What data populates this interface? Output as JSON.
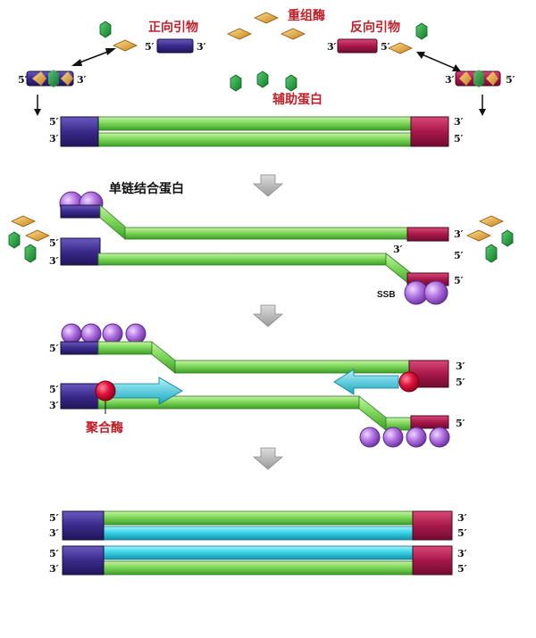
{
  "labels": {
    "forward_primer": "正向引物",
    "recombinase": "重组酶",
    "reverse_primer": "反向引物",
    "accessory_protein": "辅助蛋白",
    "ssb_protein": "单链结合蛋白",
    "ssb_abbr": "SSB",
    "polymerase": "聚合酶"
  },
  "strand_ends": {
    "five": "5′",
    "three": "3′"
  },
  "colors": {
    "template_strand": "#7fd85a",
    "new_strand": "#38d4e6",
    "forward_primer": "#3a2a8a",
    "reverse_primer": "#a8184a",
    "recombinase": "#e0a030",
    "accessory_protein": "#1f9e3a",
    "ssb": "#9a5ad0",
    "polymerase": "#e0103a",
    "arrow": "#b8b8b8",
    "label_red": "#c0202a"
  },
  "icons": {
    "recombinase": "diamond-icon",
    "accessory_protein": "hexagon-icon",
    "ssb": "circle-icon",
    "step_arrow": "arrow-down-icon",
    "extension_arrow": "arrow-right-icon"
  }
}
